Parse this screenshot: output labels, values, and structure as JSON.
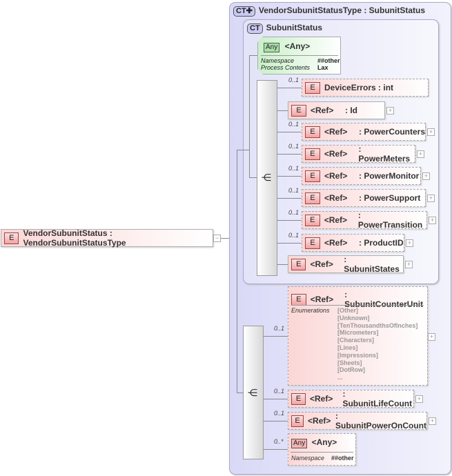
{
  "root": {
    "badge": "E",
    "label": "VendorSubunitStatus : VendorSubunitStatusType",
    "collapse_icon": "minus"
  },
  "outer_type": {
    "badge": "CT",
    "label": "VendorSubunitStatusType : SubunitStatus"
  },
  "inner_type": {
    "badge": "CT",
    "label": "SubunitStatus"
  },
  "any_green": {
    "badge": "Any",
    "label": "<Any>",
    "props": [
      {
        "k": "Namespace",
        "v": "##other"
      },
      {
        "k": "Process Contents",
        "v": "Lax"
      }
    ]
  },
  "inner_elements": [
    {
      "card": "0..1",
      "badge": "E",
      "ref": "",
      "name": "DeviceErrors : int",
      "optional": true,
      "expand": false
    },
    {
      "card": "",
      "badge": "E",
      "ref": "<Ref>",
      "name": ": Id",
      "optional": false,
      "expand": true
    },
    {
      "card": "0..1",
      "badge": "E",
      "ref": "<Ref>",
      "name": ": PowerCounters",
      "optional": true,
      "expand": true
    },
    {
      "card": "0..1",
      "badge": "E",
      "ref": "<Ref>",
      "name": ": PowerMeters",
      "optional": true,
      "expand": true
    },
    {
      "card": "0..1",
      "badge": "E",
      "ref": "<Ref>",
      "name": ": PowerMonitor",
      "optional": true,
      "expand": true
    },
    {
      "card": "0..1",
      "badge": "E",
      "ref": "<Ref>",
      "name": ": PowerSupport",
      "optional": true,
      "expand": true
    },
    {
      "card": "0..1",
      "badge": "E",
      "ref": "<Ref>",
      "name": ": PowerTransition",
      "optional": true,
      "expand": true
    },
    {
      "card": "0..1",
      "badge": "E",
      "ref": "<Ref>",
      "name": ": ProductID",
      "optional": true,
      "expand": true
    },
    {
      "card": "",
      "badge": "E",
      "ref": "<Ref>",
      "name": ": SubunitStates",
      "optional": false,
      "expand": true
    }
  ],
  "counter_unit": {
    "card": "0..1",
    "badge": "E",
    "ref": "<Ref>",
    "name": ": SubunitCounterUnit",
    "enum_label": "Enumerations",
    "enumerations": [
      "[Other]",
      "[Unknown]",
      "[TenThousandthsOfInches]",
      "[Micrometers]",
      "[Characters]",
      "[Lines]",
      "[Impressions]",
      "[Sheets]",
      "[DotRow]",
      "..."
    ]
  },
  "outer_elements": [
    {
      "card": "0..1",
      "badge": "E",
      "ref": "<Ref>",
      "name": ": SubunitLifeCount"
    },
    {
      "card": "0..1",
      "badge": "E",
      "ref": "<Ref>",
      "name": ": SubunitPowerOnCount"
    }
  ],
  "any_pink": {
    "card": "0..*",
    "badge": "Any",
    "label": "<Any>",
    "props": [
      {
        "k": "Namespace",
        "v": "##other"
      }
    ]
  }
}
